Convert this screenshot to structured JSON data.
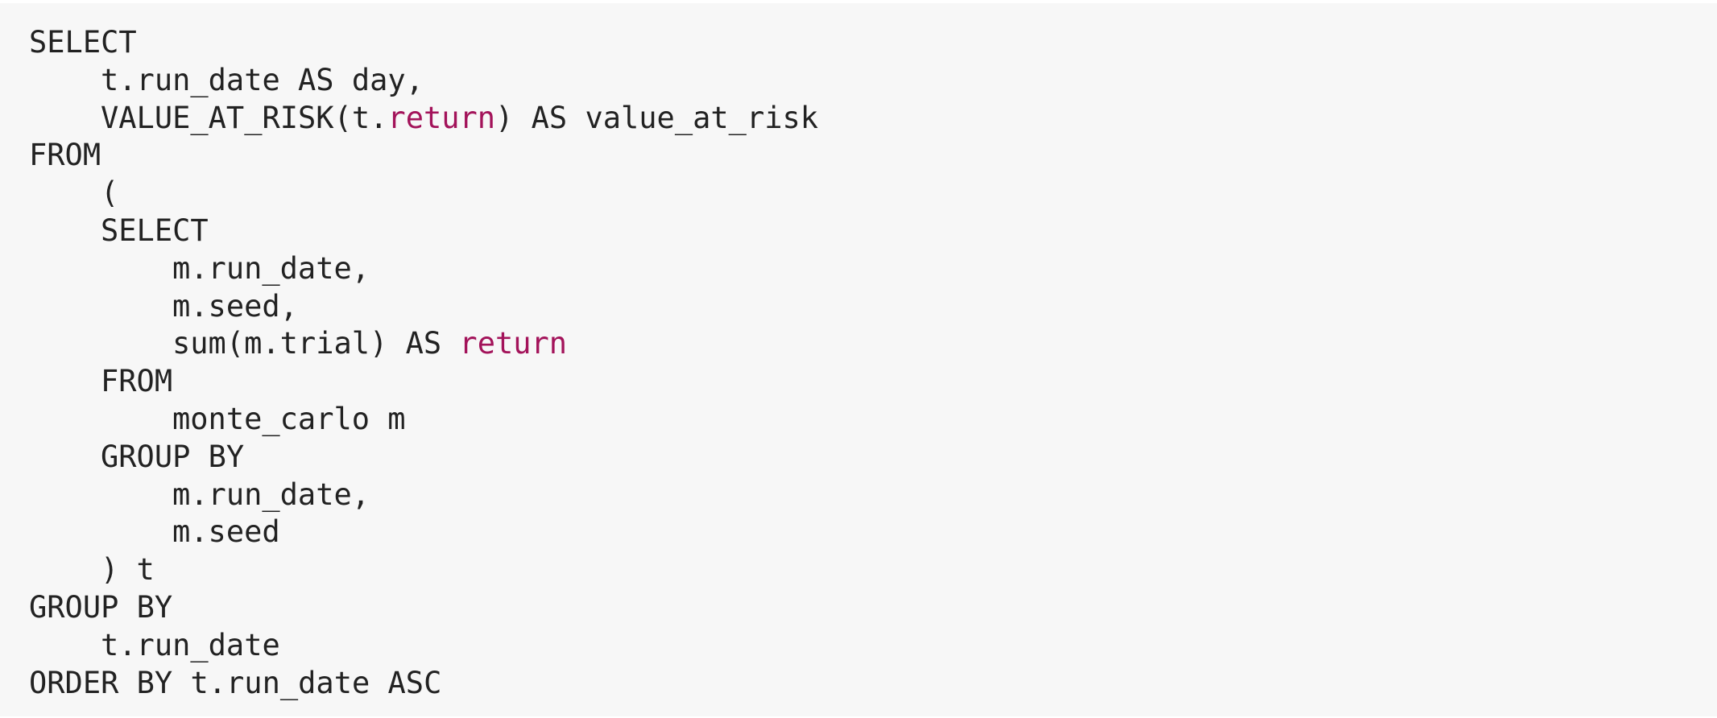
{
  "code": {
    "lines": [
      {
        "text": "SELECT"
      },
      {
        "text": "t.run_date AS day,"
      },
      {
        "pre": "VALUE_AT_RISK(t.",
        "kw": "return",
        "post": ") AS value_at_risk"
      },
      {
        "text": "FROM"
      },
      {
        "text": "("
      },
      {
        "text": "SELECT"
      },
      {
        "text": "m.run_date,"
      },
      {
        "text": "m.seed,"
      },
      {
        "pre": "sum(m.trial) AS ",
        "kw": "return",
        "post": ""
      },
      {
        "text": "FROM"
      },
      {
        "text": "monte_carlo m"
      },
      {
        "text": "GROUP BY"
      },
      {
        "text": "m.run_date,"
      },
      {
        "text": "m.seed"
      },
      {
        "text": ") t"
      },
      {
        "text": "GROUP BY"
      },
      {
        "text": "t.run_date"
      },
      {
        "text": "ORDER BY t.run_date ASC"
      }
    ]
  }
}
